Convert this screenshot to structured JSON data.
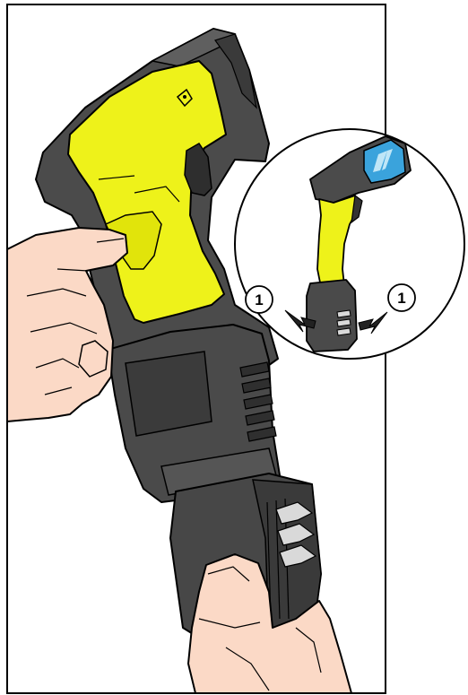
{
  "figure": {
    "description_none": "",
    "callouts": [
      {
        "label": "1"
      },
      {
        "label": "1"
      }
    ]
  },
  "colors": {
    "housing_dark": "#4a4a4a",
    "housing_mid": "#5c5c5c",
    "housing_shadow": "#333333",
    "grip_yellow": "#eef21a",
    "grip_yellow_shade": "#d6d900",
    "skin": "#fbd9c6",
    "window_blue": "#3aa3dc",
    "outline": "#000000"
  },
  "icons": {
    "main": "barcode-scanner-battery-removal",
    "inset": "barcode-scanner-release-buttons",
    "arrows": "arrow-icon"
  }
}
